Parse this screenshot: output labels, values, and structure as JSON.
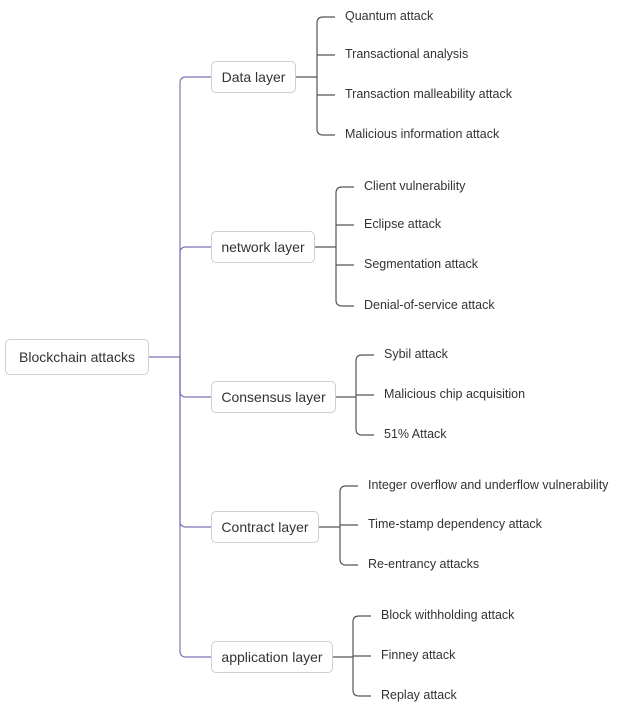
{
  "root": "Blockchain attacks",
  "layers": [
    {
      "label": "Data layer",
      "children": [
        "Quantum attack",
        "Transactional analysis",
        "Transaction malleability attack",
        "Malicious information attack"
      ]
    },
    {
      "label": "network layer",
      "children": [
        "Client vulnerability",
        "Eclipse attack",
        "Segmentation attack",
        "Denial-of-service attack"
      ]
    },
    {
      "label": "Consensus layer",
      "children": [
        "Sybil attack",
        "Malicious chip acquisition",
        "51% Attack"
      ]
    },
    {
      "label": "Contract layer",
      "children": [
        "Integer overflow and underflow vulnerability",
        "Time-stamp dependency attack",
        "Re-entrancy attacks"
      ]
    },
    {
      "label": "application layer",
      "children": [
        "Block withholding attack",
        "Finney attack",
        "Replay attack"
      ]
    }
  ]
}
